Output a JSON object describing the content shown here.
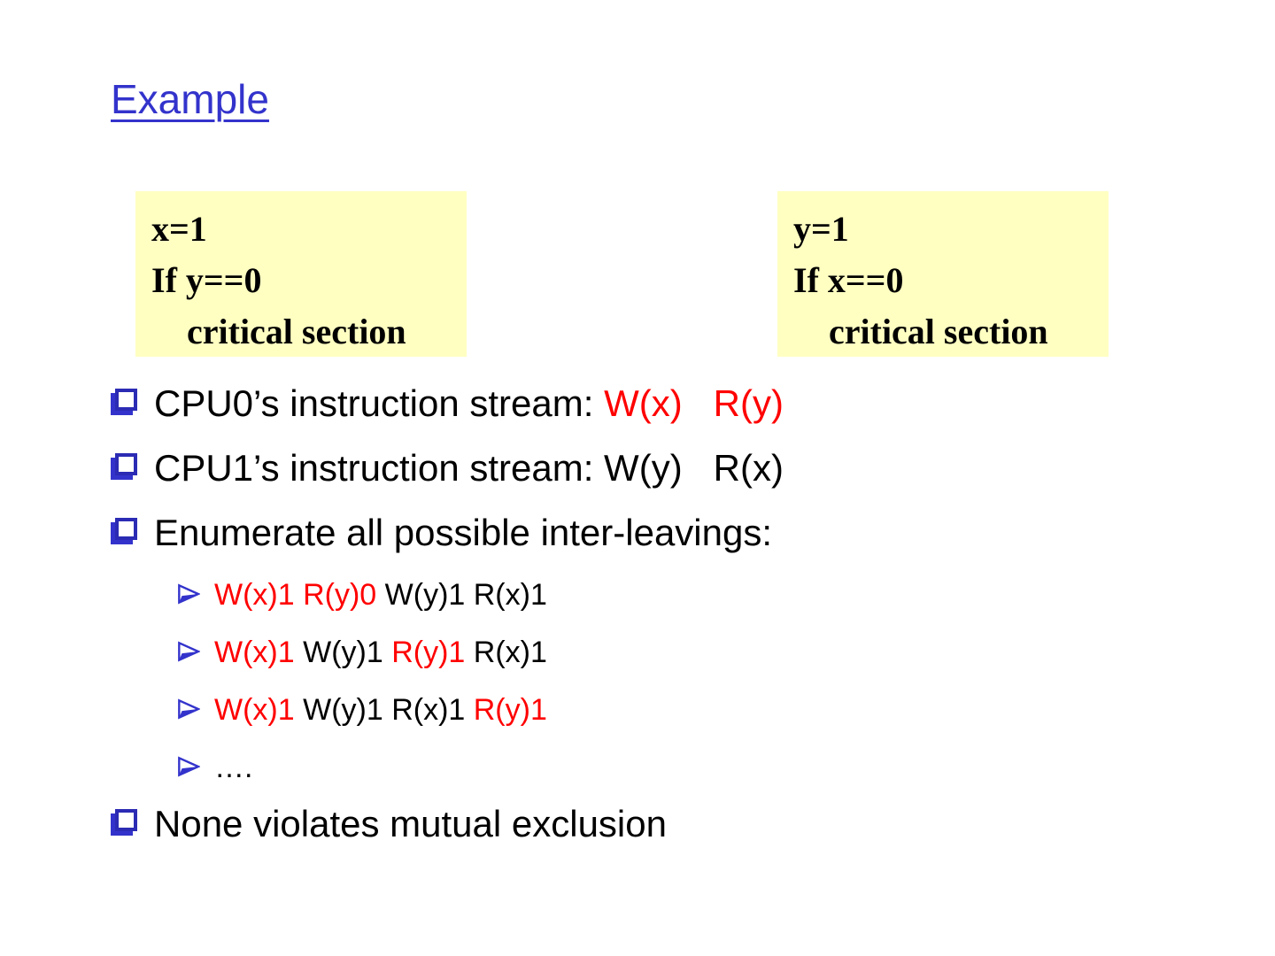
{
  "title": {
    "text": "Example"
  },
  "colors": {
    "title_blue": "#3333CC",
    "bullet_blue": "#3333CC",
    "red": "#FF0000",
    "black": "#000000",
    "box_yellow": "#FFFFC2"
  },
  "code_boxes": {
    "left": {
      "line1": "x=1",
      "line2": "If y==0",
      "line3": "    critical section"
    },
    "right": {
      "line1": "y=1",
      "line2": "If x==0",
      "line3": "    critical section"
    }
  },
  "bullets": {
    "b1": {
      "pre": "CPU0’s instruction stream: ",
      "red": "W(x)   R(y)"
    },
    "b2": {
      "text": "CPU1’s instruction stream: W(y)   R(x)"
    },
    "b3": {
      "text": "Enumerate all possible inter-leavings:"
    },
    "b4": {
      "text": "None violates mutual exclusion"
    }
  },
  "sub_bullets": {
    "s1": {
      "seg1": "W(x)1 R(y)0",
      "seg2": " W(y)1 R(x)1"
    },
    "s2": {
      "seg1": "W(x)1",
      "seg2": " W(y)1 ",
      "seg3": "R(y)1",
      "seg4": " R(x)1"
    },
    "s3": {
      "seg1": "W(x)1",
      "seg2": " W(y)1 R(x)1 ",
      "seg3": "R(y)1"
    },
    "s4": {
      "text": "…."
    }
  }
}
